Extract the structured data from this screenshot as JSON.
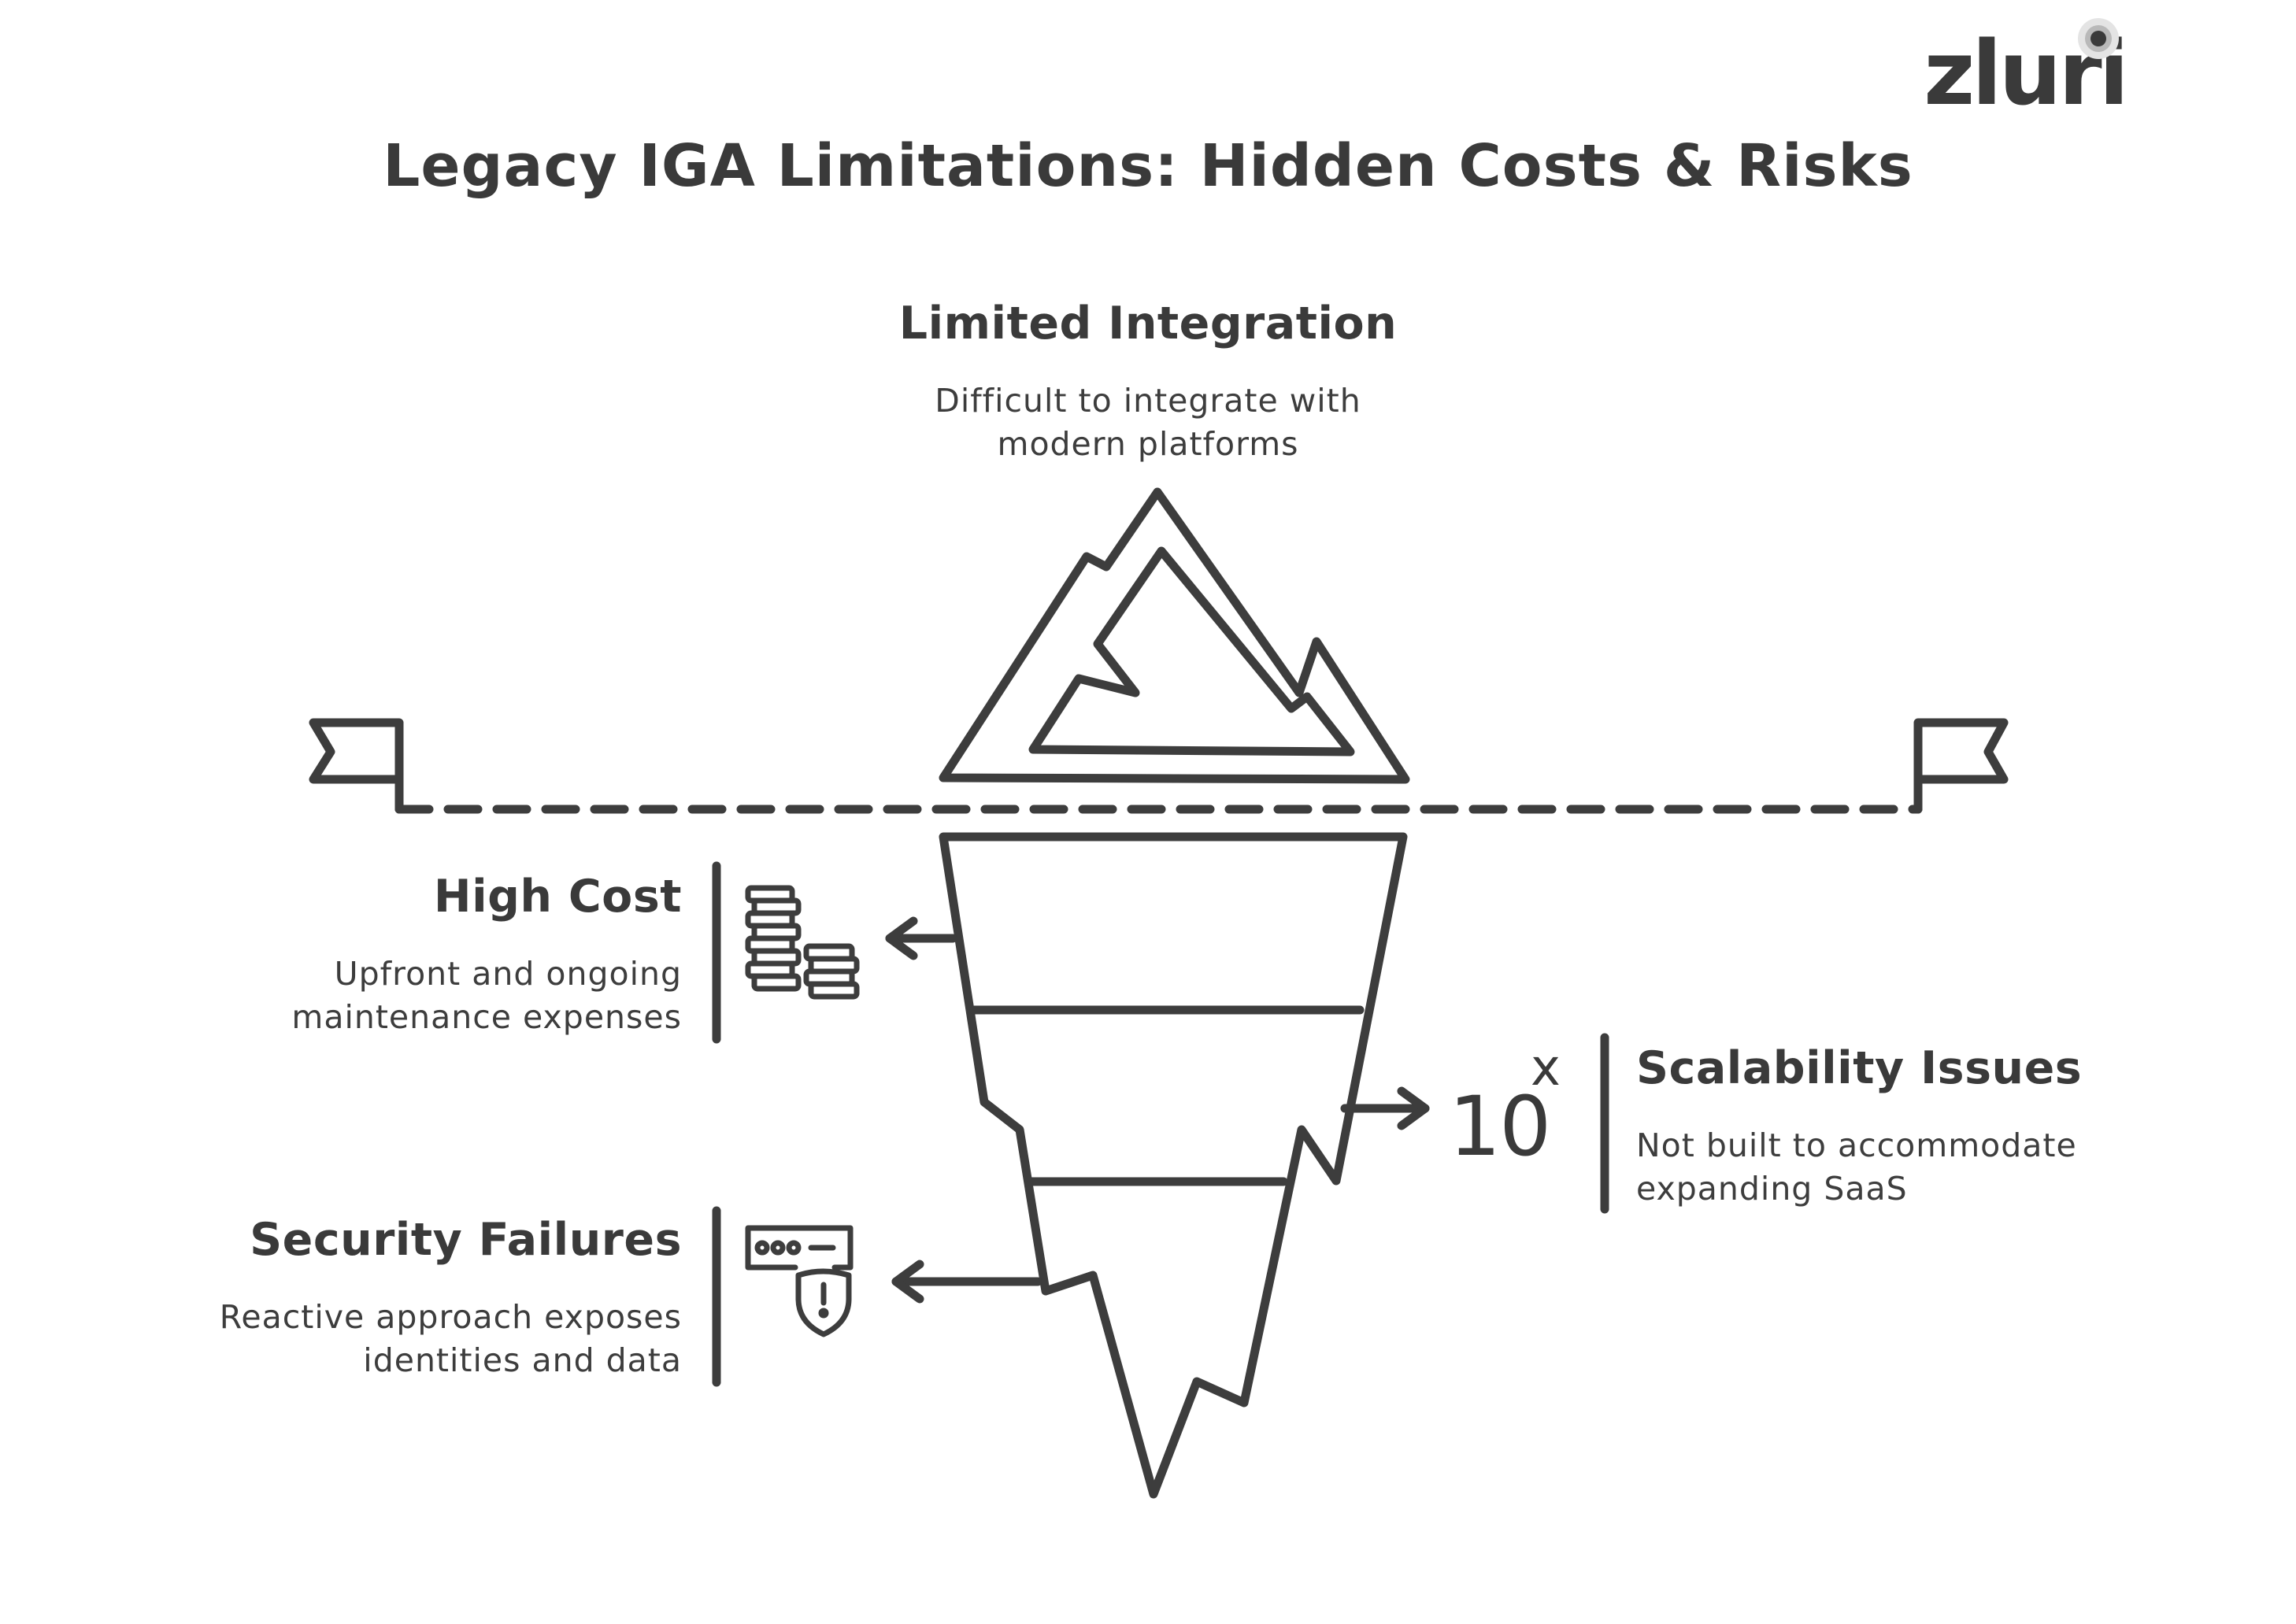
{
  "brand": {
    "logo_text": "zluri"
  },
  "title": "Legacy IGA Limitations: Hidden Costs & Risks",
  "sections": {
    "top": {
      "heading": "Limited Integration",
      "desc_line1": "Difficult to integrate with",
      "desc_line2": "modern platforms"
    },
    "cost": {
      "heading": "High Cost",
      "desc_line1": "Upfront and ongoing",
      "desc_line2": "maintenance expenses",
      "icon": "coins-stack-icon"
    },
    "scalability": {
      "heading": "Scalability Issues",
      "desc_line1": "Not built to accommodate",
      "desc_line2": "expanding SaaS",
      "icon_base": "10",
      "icon_exp": "x"
    },
    "security": {
      "heading": "Security Failures",
      "desc_line1": "Reactive approach exposes",
      "desc_line2": "identities and data",
      "icon": "browser-shield-icon"
    }
  },
  "colors": {
    "ink": "#3d3d3d",
    "background": "#ffffff"
  }
}
